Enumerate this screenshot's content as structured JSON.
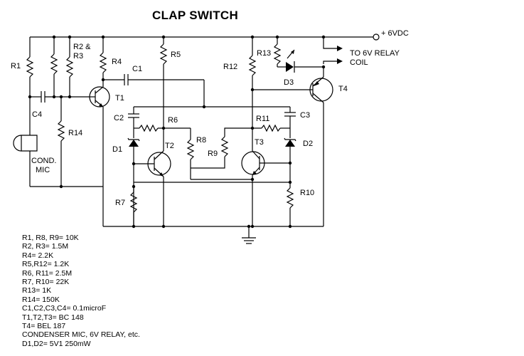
{
  "title": "CLAP SWITCH",
  "supply_label": "+ 6VDC",
  "relay_label": [
    "TO 6V RELAY",
    "COIL"
  ],
  "mic_label": [
    "COND.",
    "MIC"
  ],
  "components": {
    "r1": "R1",
    "r2r3": [
      "R2 &",
      "R3"
    ],
    "r4": "R4",
    "r5": "R5",
    "r6": "R6",
    "r7": "R7",
    "r8": "R8",
    "r9": "R9",
    "r10": "R10",
    "r11": "R11",
    "r12": "R12",
    "r13": "R13",
    "r14": "R14",
    "c1": "C1",
    "c2": "C2",
    "c3": "C3",
    "c4": "C4",
    "d1": "D1",
    "d2": "D2",
    "d3": "D3",
    "t1": "T1",
    "t2": "T2",
    "t3": "T3",
    "t4": "T4"
  },
  "parts_list": [
    "R1, R8, R9= 10K",
    "R2, R3= 1.5M",
    "R4= 2.2K",
    "R5,R12= 1.2K",
    "R6, R11= 2.5M",
    "R7, R10= 22K",
    "R13= 1K",
    "R14= 150K",
    "C1,C2,C3,C4= 0.1microF",
    "T1,T2,T3= BC 148",
    "T4= BEL 187",
    "CONDENSER MIC, 6V RELAY, etc.",
    "D1,D2= 5V1 250mW"
  ]
}
